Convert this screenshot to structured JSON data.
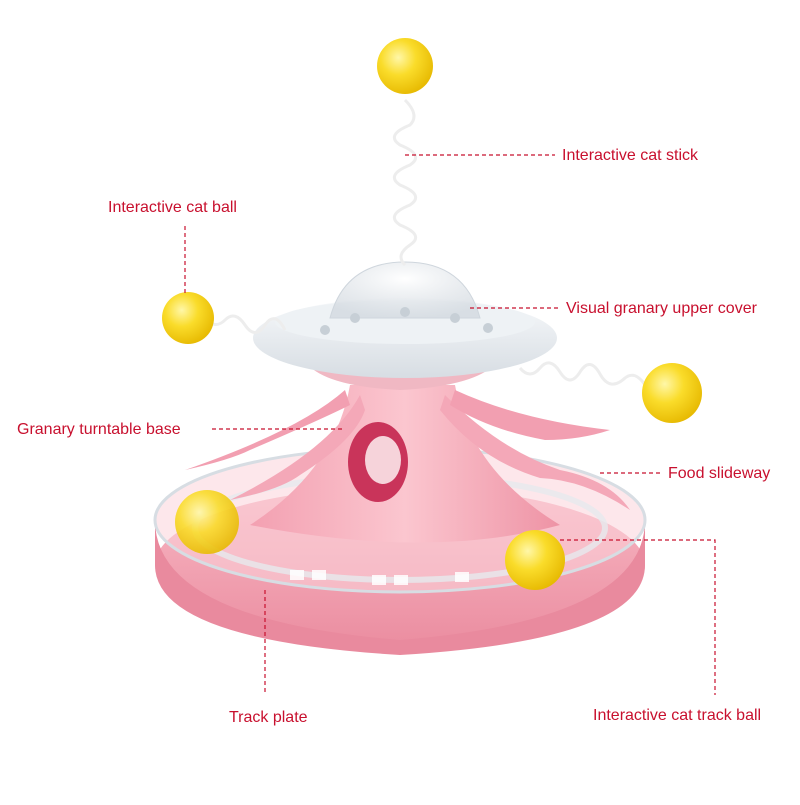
{
  "labels": {
    "stick": "Interactive cat stick",
    "ball": "Interactive cat ball",
    "cover": "Visual granary upper cover",
    "base": "Granary turntable base",
    "slideway": "Food slideway",
    "plate": "Track plate",
    "track_ball": "Interactive cat track ball"
  },
  "colors": {
    "label_text": "#c8102e",
    "leader_line": "#c8102e",
    "toy_pink": "#f4a5b5",
    "toy_pink_dark": "#e98a9e",
    "ball_yellow": "#fadc2a",
    "cover_clear": "#e9eef3",
    "spring_white": "#f2f2f2"
  }
}
